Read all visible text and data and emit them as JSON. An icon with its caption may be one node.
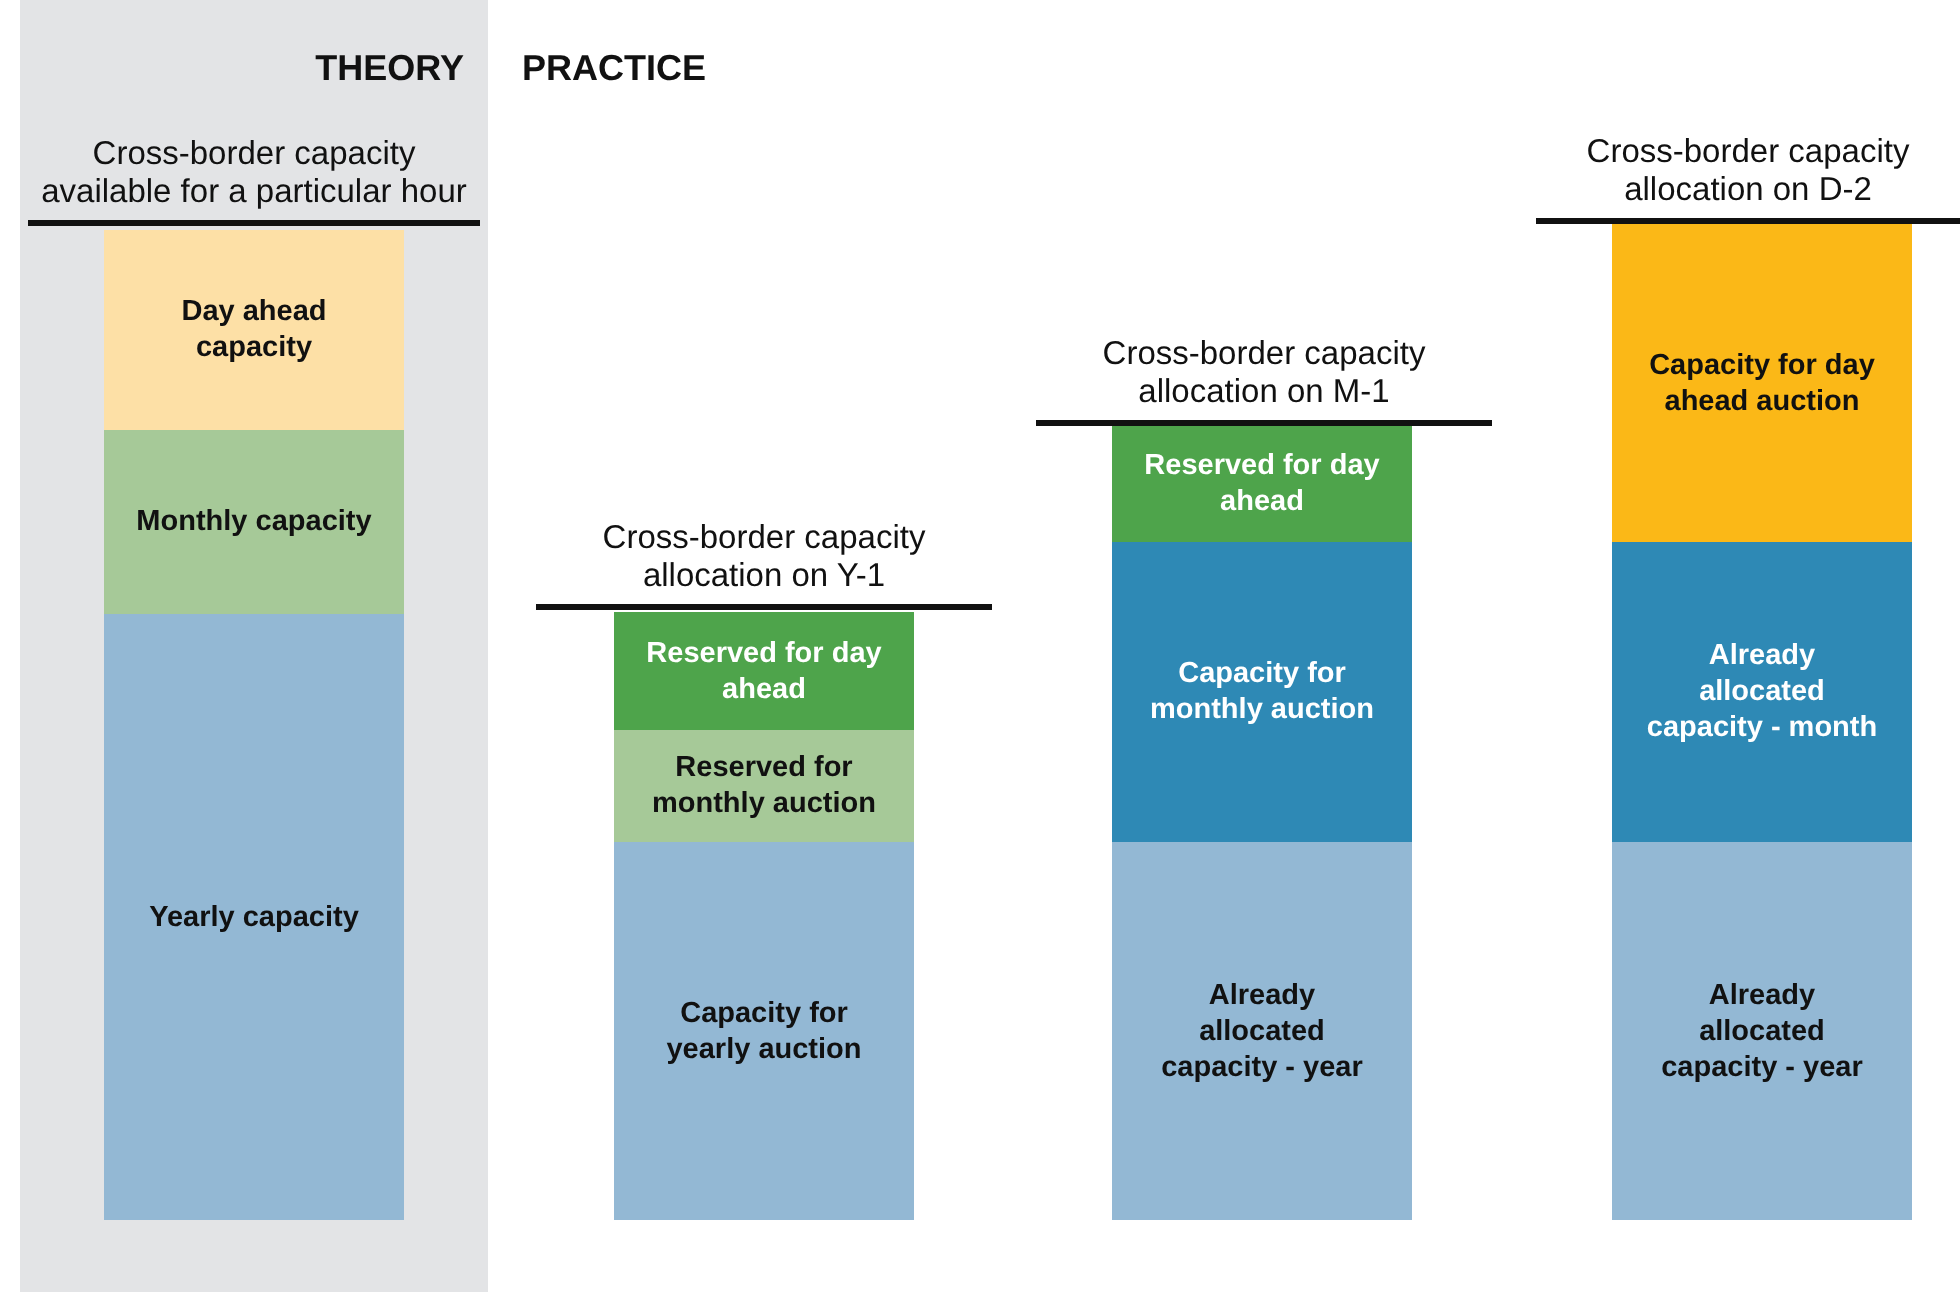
{
  "diagram": {
    "nodes": [
      {
        "text": [
          "THEORY"
        ]
      },
      {
        "text": [
          "Cross-border capacity available for a particular hour"
        ],
        "in": 0
      },
      {
        "text": [
          "Day ahead capacity"
        ],
        "in": 0
      },
      {
        "text": [
          "Monthly capacity"
        ],
        "in": 0
      },
      {
        "text": [
          "Yearly capacity"
        ],
        "in": 0
      },
      {
        "text": [
          "Cross-border capacity allocation on Y-1"
        ]
      },
      {
        "text": [
          "Reserved for day ahead"
        ]
      },
      {
        "text": [
          "Reserved for monthly auction"
        ]
      },
      {
        "text": [
          "Capacity for yearly auction"
        ]
      },
      {
        "text": [
          "Cross-border capacity allocation on M-1"
        ]
      },
      {
        "text": [
          "Reserved for day ahead"
        ]
      },
      {
        "text": [
          "Capacity for monthly auction"
        ]
      },
      {
        "text": [
          "Already allocated capacity - year"
        ]
      },
      {
        "text": [
          "Cross-border capacity allocation on D-2"
        ]
      },
      {
        "text": [
          "Capacity for day ahead auction"
        ]
      },
      {
        "text": [
          "Already allocated capacity - month"
        ]
      },
      {
        "text": [
          "Already allocated capacity - year"
        ]
      }
    ],
    "labels": [
      "PRACTICE"
    ]
  }
}
